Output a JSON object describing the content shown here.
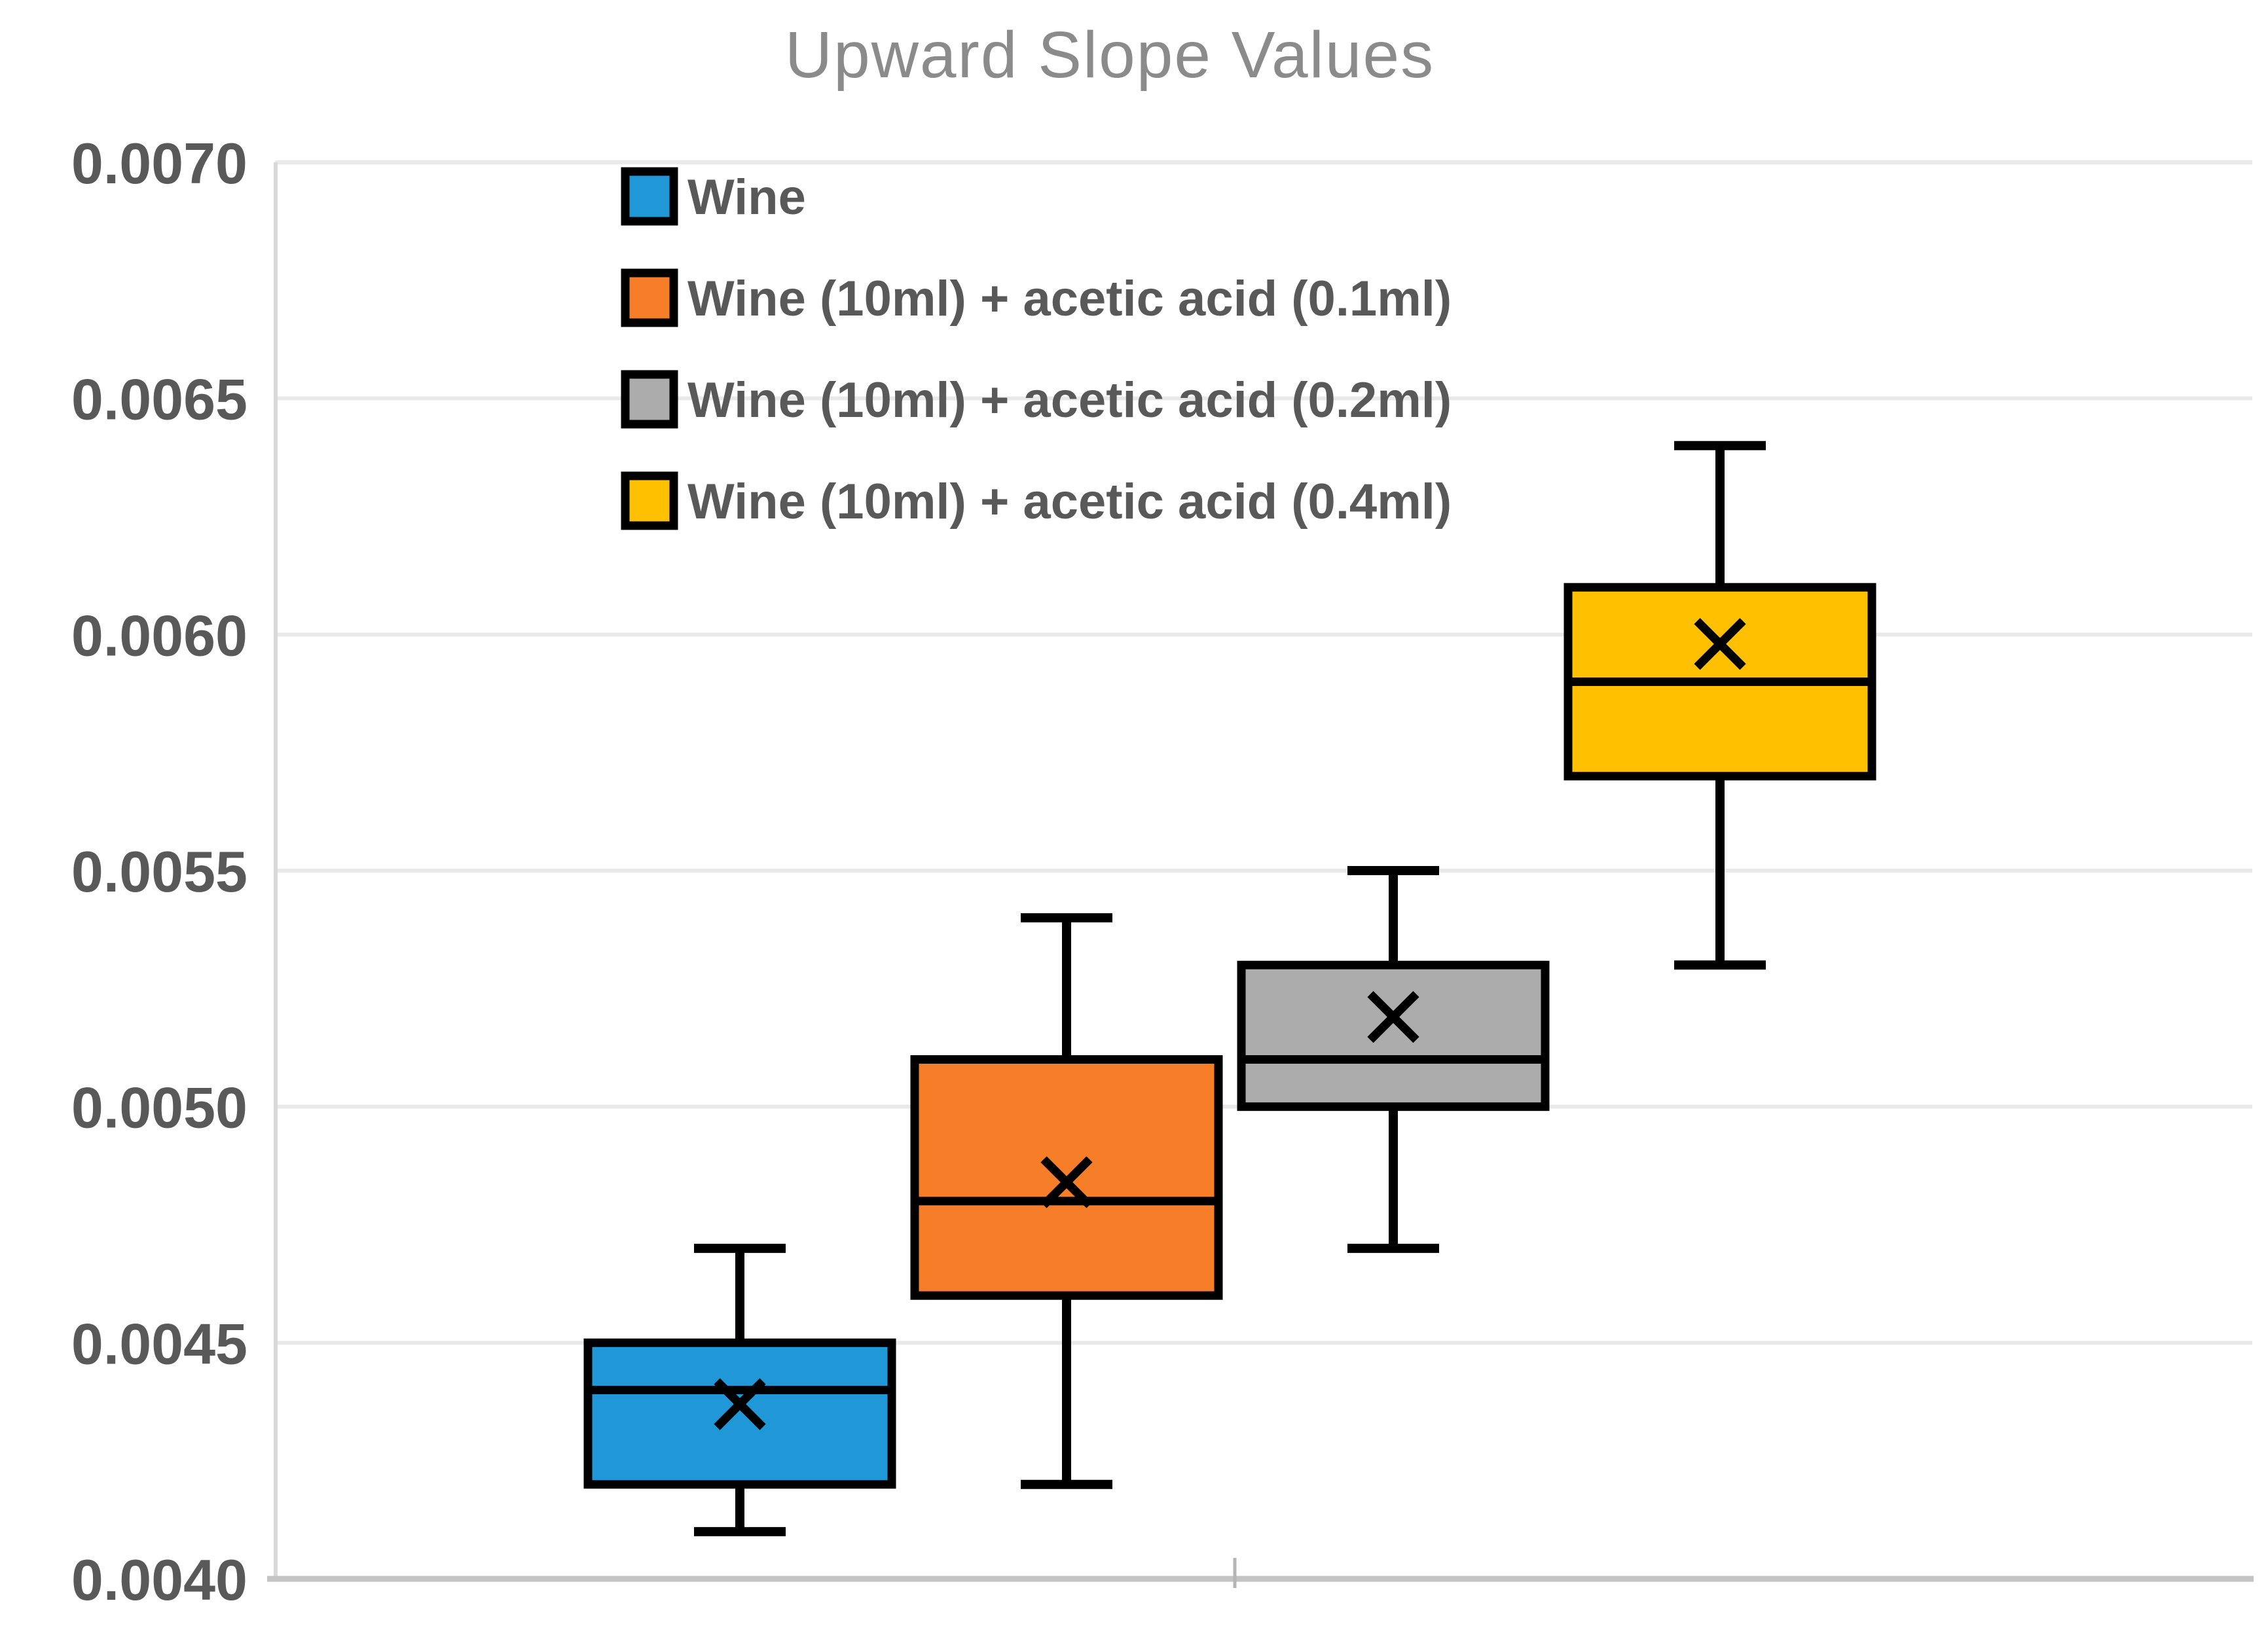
{
  "chart_data": {
    "type": "box",
    "title": "Upward Slope Values",
    "xlabel": "",
    "ylabel": "",
    "y_axis": {
      "min": 0.004,
      "max": 0.007,
      "step": 0.0005,
      "tick_labels": [
        "0.0070",
        "0.0065",
        "0.0060",
        "0.0055",
        "0.0050",
        "0.0045",
        "0.0040"
      ],
      "gridlines": true
    },
    "x_axis": {
      "category_labels_visible": false,
      "boundary_tick_count": 1
    },
    "legend_position": "top-left-inside",
    "series": [
      {
        "name": "Wine",
        "color": "#2097D6",
        "min": 0.0041,
        "q1": 0.0042,
        "median": 0.0044,
        "q3": 0.0045,
        "max": 0.0047,
        "mean": 0.00437
      },
      {
        "name": "Wine (10ml) + acetic acid (0.1ml)",
        "color": "#F77E28",
        "min": 0.0042,
        "q1": 0.0046,
        "median": 0.0048,
        "q3": 0.0051,
        "max": 0.0054,
        "mean": 0.00484
      },
      {
        "name": "Wine (10ml) + acetic acid (0.2ml)",
        "color": "#ACACAC",
        "min": 0.0047,
        "q1": 0.005,
        "median": 0.0051,
        "q3": 0.0053,
        "max": 0.0055,
        "mean": 0.00519
      },
      {
        "name": "Wine (10ml) + acetic acid (0.4ml)",
        "color": "#FFC000",
        "min": 0.0053,
        "q1": 0.0057,
        "median": 0.0059,
        "q3": 0.0061,
        "max": 0.0064,
        "mean": 0.00598
      }
    ]
  },
  "colors": {
    "title_text": "#8B8B8B",
    "tick_label_text": "#595959",
    "legend_text": "#595959",
    "gridline": "#E9E9E9",
    "x_axis_line": "#C4C4C4",
    "y_axis_line": "#D8D8D8",
    "boundary_tick": "#B5B5B5",
    "box_outline": "#000000",
    "mean_marker": "#000000",
    "background": "#FFFFFF"
  }
}
